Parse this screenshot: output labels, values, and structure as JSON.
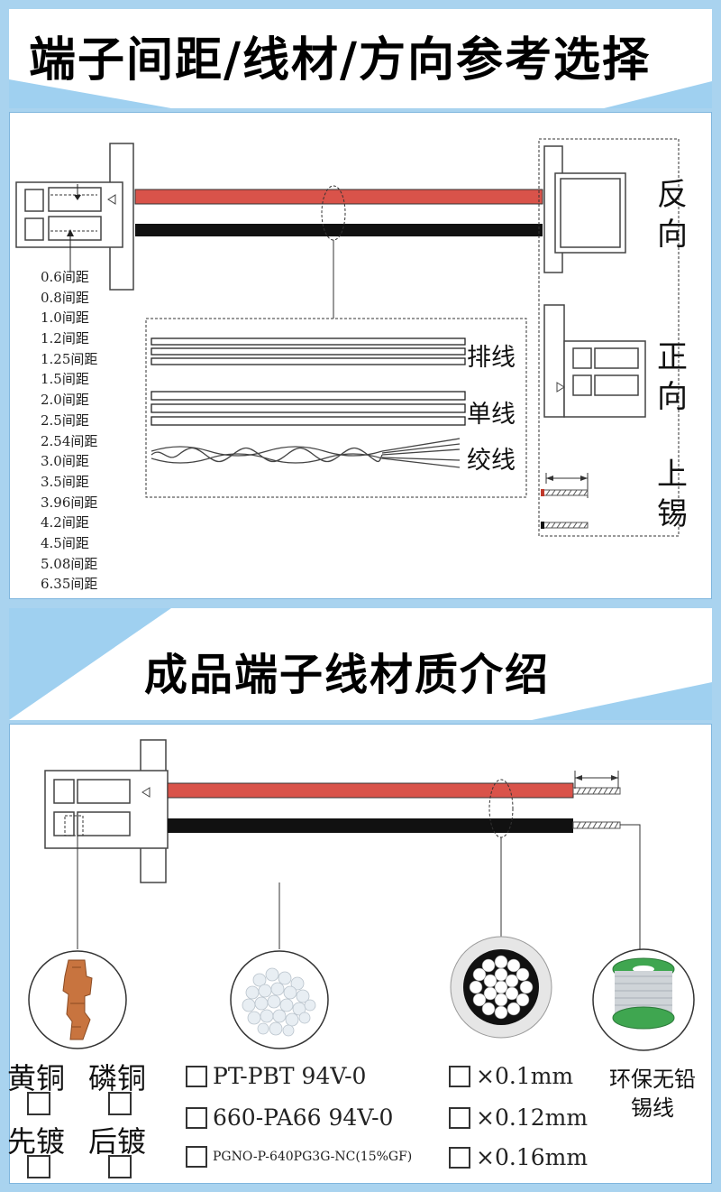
{
  "section1": {
    "title": "端子间距/线材/方向参考选择",
    "pitches": [
      "0.6间距",
      "0.8间距",
      "1.0间距",
      "1.2间距",
      "1.25间距",
      "1.5间距",
      "2.0间距",
      "2.5间距",
      "2.54间距",
      "3.0间距",
      "3.5间距",
      "3.96间距",
      "4.2间距",
      "4.5间距",
      "5.08间距",
      "6.35间距"
    ],
    "wire_types": {
      "flat": "排线",
      "single": "单线",
      "twisted": "绞线"
    },
    "orientation": {
      "reverse": "反向",
      "forward": "正向",
      "tinned": "上锡"
    }
  },
  "section2": {
    "title": "成品端子线材质介绍",
    "terminal_material": {
      "brass": "黄铜",
      "phosphor_copper": "磷铜",
      "pre_plated": "先镀",
      "post_plated": "后镀"
    },
    "housing_material": [
      "PT-PBT 94V-0",
      "660-PA66 94V-0",
      "PGNO-P-640PG3G-NC(15%GF)"
    ],
    "conductor_size": [
      "×0.1mm",
      "×0.12mm",
      "×0.16mm"
    ],
    "solder": "环保无铅锡线"
  },
  "colors": {
    "wire_red": "#d9534a",
    "wire_black": "#111111",
    "banner_blue": "#9fd0f0",
    "background": "#a9d3ef"
  }
}
